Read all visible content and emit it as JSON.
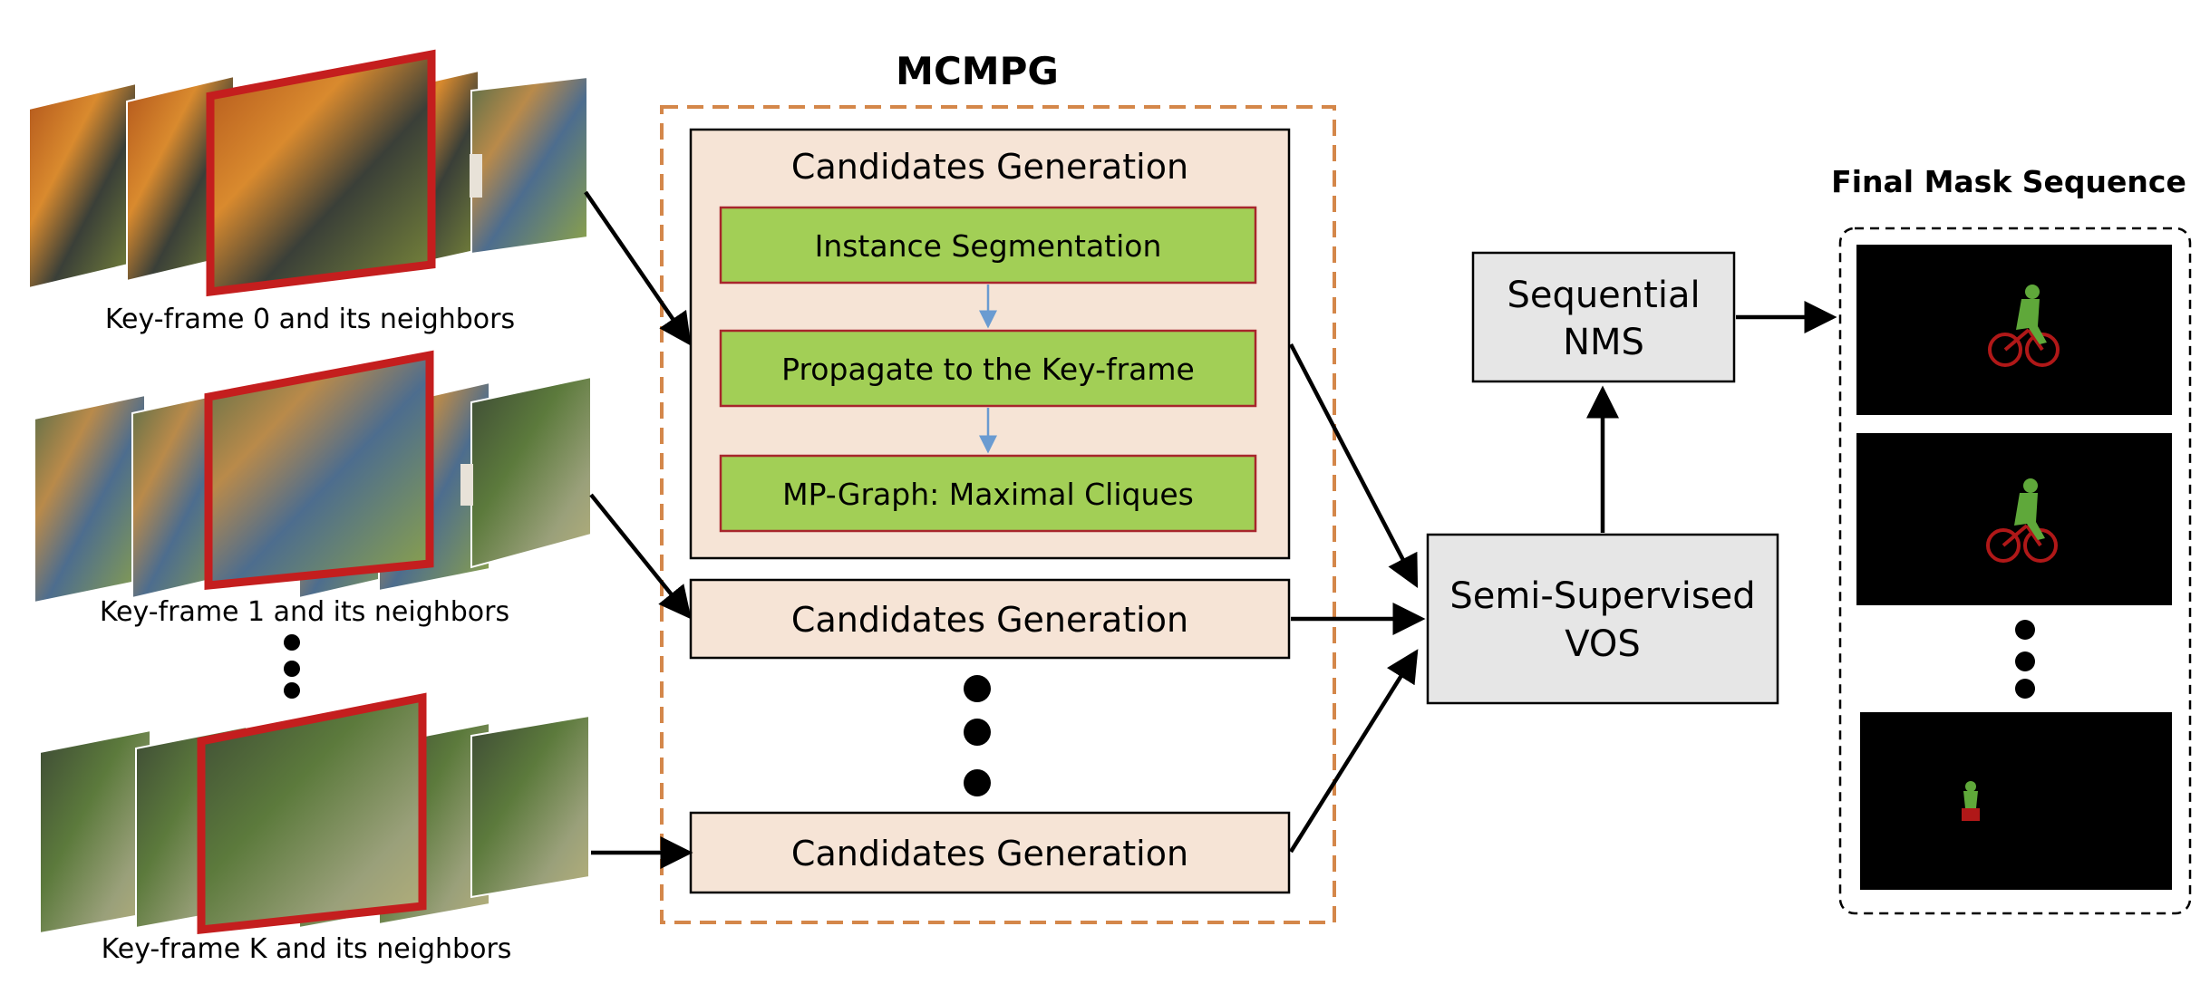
{
  "title": "MCMPG",
  "frames": [
    {
      "label": "Key-frame 0 and its neighbors",
      "scene": "graffiti-orange"
    },
    {
      "label": "Key-frame 1 and its neighbors",
      "scene": "graffiti-colorful"
    },
    {
      "label": "Key-frame K and its neighbors",
      "scene": "park-trees"
    }
  ],
  "candidates": {
    "title": "Candidates Generation",
    "steps": [
      "Instance Segmentation",
      "Propagate to the Key-frame",
      "MP-Graph: Maximal Cliques"
    ],
    "repeat_label_1": "Candidates Generation",
    "repeat_label_2": "Candidates Generation"
  },
  "vos": {
    "line1": "Semi-Supervised",
    "line2": "VOS"
  },
  "nms": {
    "line1": "Sequential",
    "line2": "NMS"
  },
  "final": {
    "title": "Final Mask Sequence",
    "mask_subject": "cyclist"
  },
  "colors": {
    "dashed_border": "#d4874a",
    "candidate_fill": "#f6e4d6",
    "step_fill": "#a2cf56",
    "step_border": "#a7262c",
    "keyframe_border": "#c41e1e",
    "step_arrow": "#6a9bd1",
    "gray_box": "#e6e6e6",
    "mask_person": "#5fa83a",
    "mask_bike": "#b01818"
  }
}
